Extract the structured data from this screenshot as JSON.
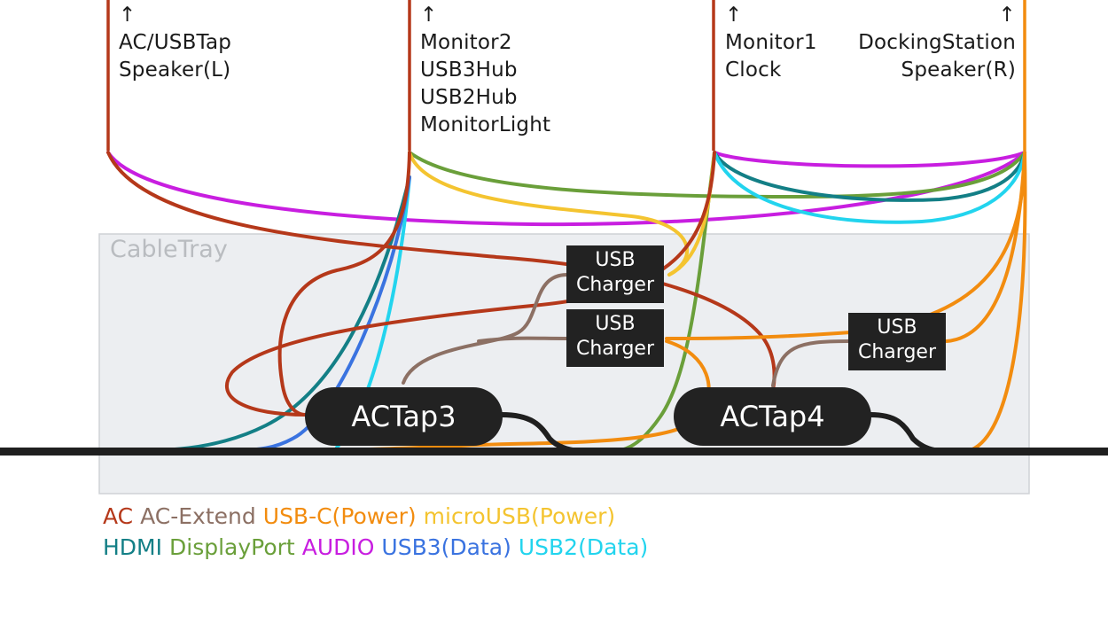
{
  "colors": {
    "ac": "#b5381a",
    "ac_extend": "#8c7064",
    "usbc_power": "#f28c0f",
    "microusb_power": "#f4c430",
    "hdmi": "#137f86",
    "displayport": "#6a9f3a",
    "audio": "#c81ee0",
    "usb3": "#3a73e0",
    "usb2": "#22d4ee",
    "device": "#1f1f1f",
    "tray_bg": "#eceef1",
    "tray_border": "#cfd2d6"
  },
  "devices": [
    {
      "arrow": "↑",
      "lines": [
        "AC/USBTap",
        "Speaker(L)"
      ]
    },
    {
      "arrow": "↑",
      "lines": [
        "Monitor2",
        "USB3Hub",
        "USB2Hub",
        "MonitorLight"
      ]
    },
    {
      "arrow": "↑",
      "lines": [
        "Monitor1",
        "Clock"
      ]
    },
    {
      "arrow": "↑",
      "lines": [
        "DockingStation",
        "Speaker(R)"
      ]
    }
  ],
  "tray": {
    "label": "CableTray"
  },
  "chargers": [
    {
      "lines": [
        "USB",
        "Charger"
      ]
    },
    {
      "lines": [
        "USB",
        "Charger"
      ]
    },
    {
      "lines": [
        "USB",
        "Charger"
      ]
    }
  ],
  "taps": [
    {
      "label": "ACTap3"
    },
    {
      "label": "ACTap4"
    }
  ],
  "legend": {
    "row1": [
      {
        "label": "AC",
        "color_key": "ac"
      },
      {
        "label": "AC-Extend",
        "color_key": "ac_extend"
      },
      {
        "label": "USB-C(Power)",
        "color_key": "usbc_power"
      },
      {
        "label": "microUSB(Power)",
        "color_key": "microusb_power"
      }
    ],
    "row2": [
      {
        "label": "HDMI",
        "color_key": "hdmi"
      },
      {
        "label": "DisplayPort",
        "color_key": "displayport"
      },
      {
        "label": "AUDIO",
        "color_key": "audio"
      },
      {
        "label": "USB3(Data)",
        "color_key": "usb3"
      },
      {
        "label": "USB2(Data)",
        "color_key": "usb2"
      }
    ]
  }
}
